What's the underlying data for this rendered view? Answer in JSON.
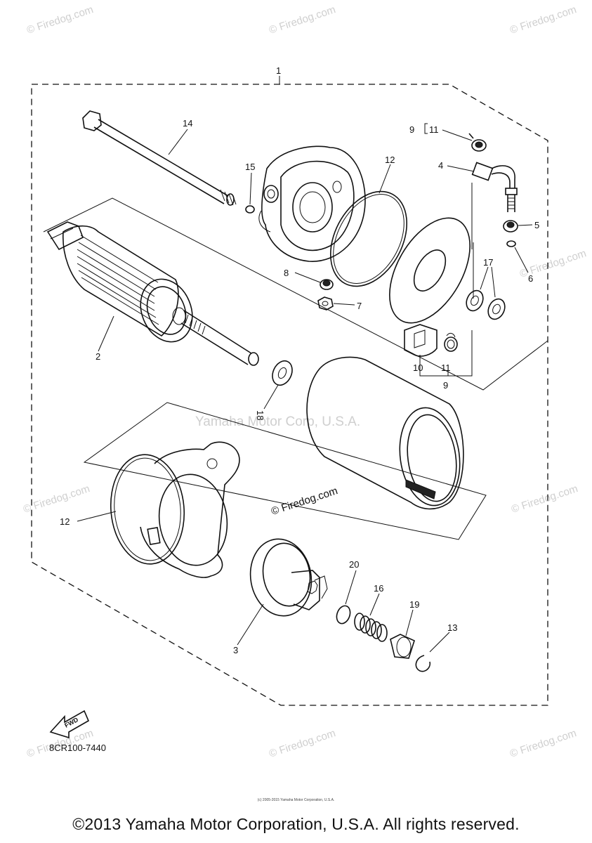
{
  "watermarks": {
    "site": "© Firedog.com",
    "center": "Yamaha Motor Corp, U.S.A."
  },
  "callouts": {
    "c1": "1",
    "c2": "2",
    "c3": "3",
    "c4": "4",
    "c5": "5",
    "c6": "6",
    "c7": "7",
    "c8": "8",
    "c9_top": "9",
    "c9_bottom": "9",
    "c10": "10",
    "c11_top": "11",
    "c11_bottom": "11",
    "c12_top": "12",
    "c12_left": "12",
    "c13": "13",
    "c14": "14",
    "c15": "15",
    "c16": "16",
    "c17": "17",
    "c18": "18",
    "c19": "19",
    "c20": "20"
  },
  "fwd_label": "FWD",
  "diagram_code": "8CR100-7440",
  "tiny_copyright": "(c) 2005-2015 Yamaha Motor Corporation, U.S.A.",
  "copyright": "©2013 Yamaha Motor Corporation, U.S.A. All rights reserved."
}
